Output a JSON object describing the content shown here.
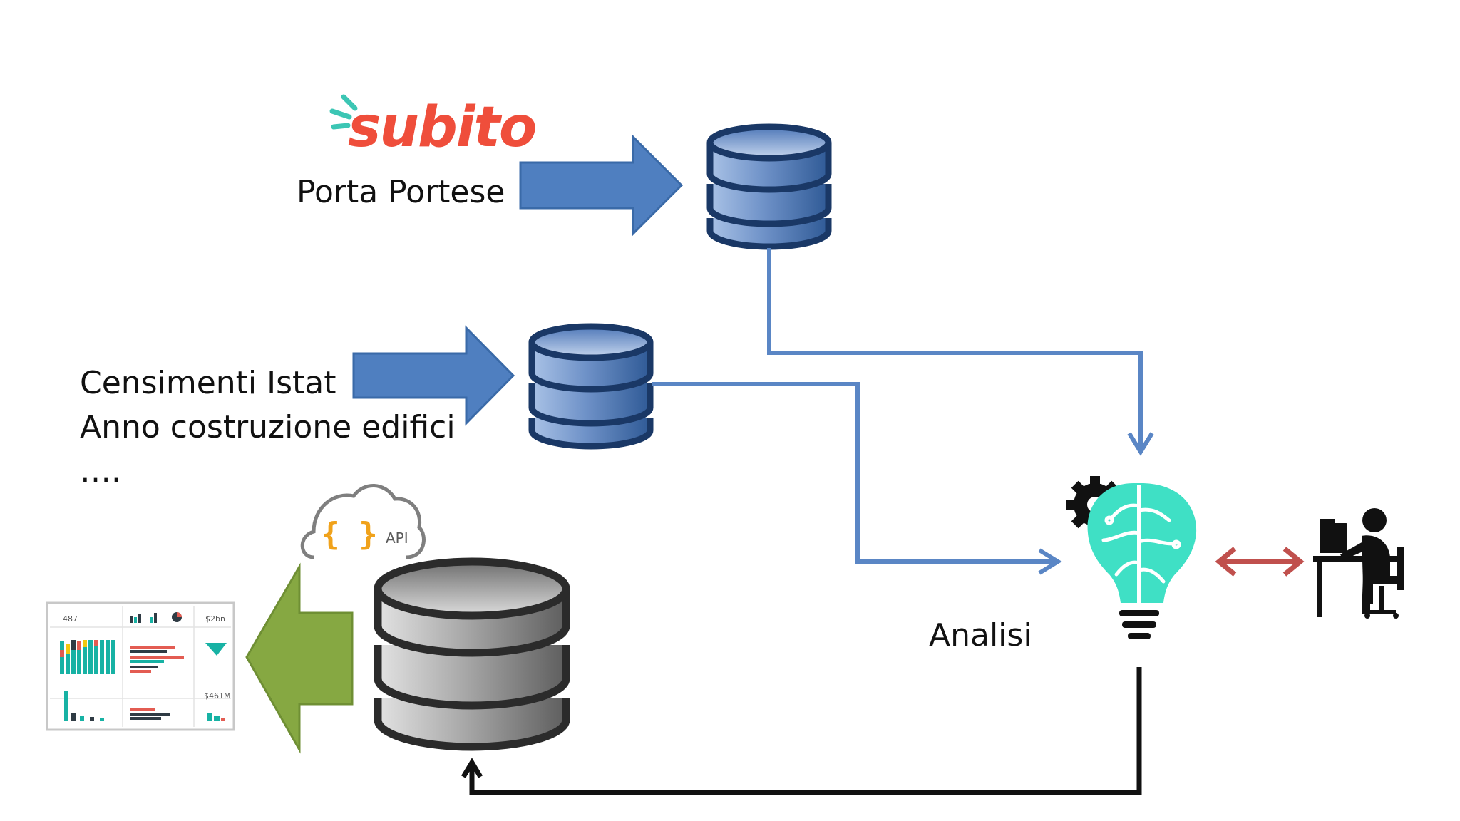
{
  "logo": {
    "text": "subito",
    "color": "#ef4e3b",
    "accent_color": "#3cc6b4"
  },
  "labels": {
    "porta_portese": "Porta Portese",
    "censimenti": "Censimenti Istat",
    "anno": "Anno costruzione edifici",
    "ellipsis": "….",
    "analisi": "Analisi",
    "api": "API",
    "api_braces": "{ }"
  },
  "dashboard": {
    "kpi_1": "487",
    "kpi_2": "$2bn",
    "kpi_3": "$461M"
  },
  "colors": {
    "blue_arrow": "#4f7fc0",
    "blue_line": "#5a86c5",
    "db_blue_dark": "#1a3866",
    "db_blue_mid": "#6f92c8",
    "green_arrow": "#86a842",
    "red_arrow": "#c0504d",
    "brain": "#3fe0c5",
    "db_gray": "#8c8c8c"
  }
}
